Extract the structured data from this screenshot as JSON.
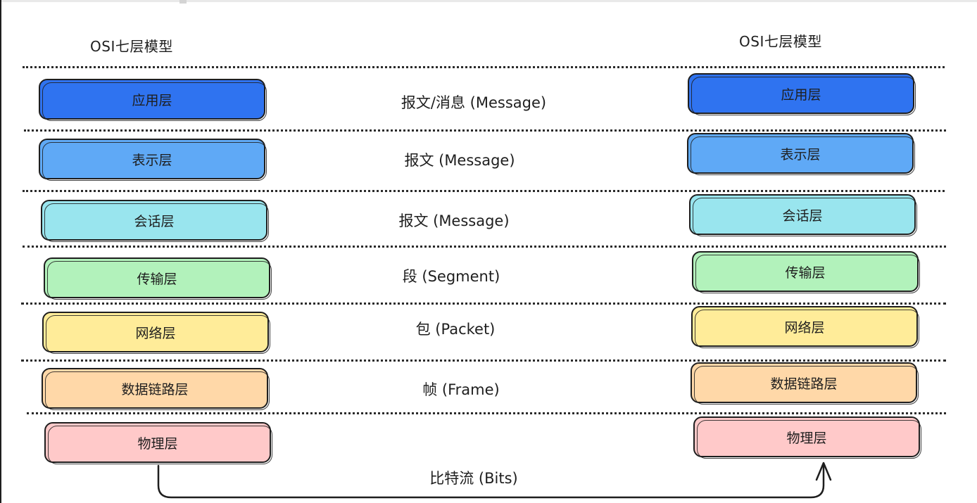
{
  "titles": {
    "left": "OSI七层模型",
    "right": "OSI七层模型"
  },
  "layers": [
    {
      "label": "应用层",
      "color": "#2f73f0"
    },
    {
      "label": "表示层",
      "color": "#5fa9f6"
    },
    {
      "label": "会话层",
      "color": "#99e5ee"
    },
    {
      "label": "传输层",
      "color": "#b2f2bb"
    },
    {
      "label": "网络层",
      "color": "#ffec99"
    },
    {
      "label": "数据链路层",
      "color": "#ffd8a8"
    },
    {
      "label": "物理层",
      "color": "#ffc9c9"
    }
  ],
  "pdus": [
    "报文/消息 (Message)",
    "报文 (Message)",
    "报文 (Message)",
    "段 (Segment)",
    "包 (Packet)",
    "帧 (Frame)"
  ],
  "bits_label": "比特流 (Bits)"
}
